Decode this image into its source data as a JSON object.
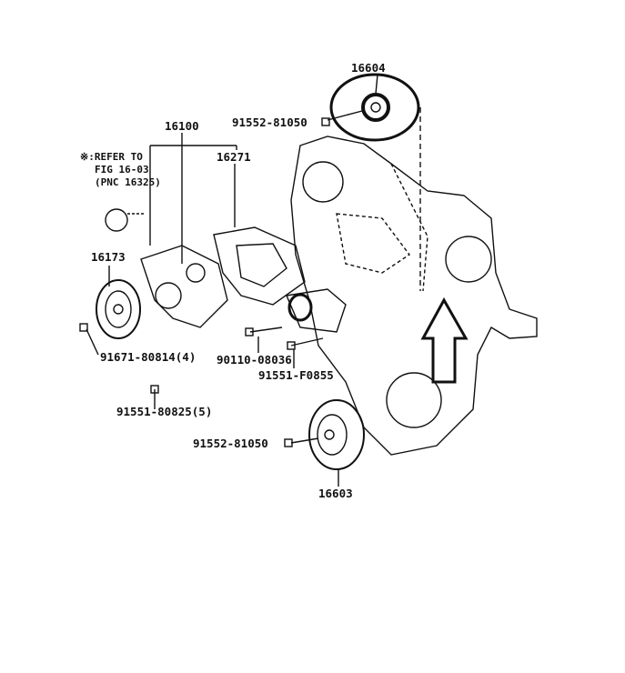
{
  "labels": {
    "p16604": "16604",
    "b91552_top": "91552-81050",
    "p16100": "16100",
    "p16271": "16271",
    "note_line1": "※:REFER TO",
    "note_line2": "FIG 16-03",
    "note_line3": "(PNC 16325)",
    "p16173": "16173",
    "b91671": "91671-80814(4)",
    "b90110": "90110-08036",
    "b91551_f": "91551-F0855",
    "b91551_8": "91551-80825(5)",
    "b91552_bot": "91552-81050",
    "p16603": "16603"
  },
  "colors": {
    "ink": "#111111",
    "highlight": "#000000"
  }
}
